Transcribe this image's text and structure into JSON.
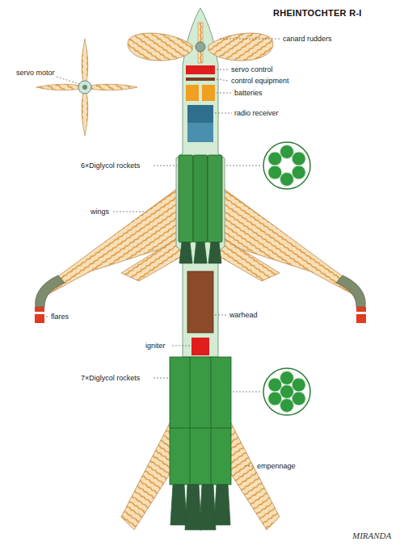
{
  "diagram": {
    "title": "RHEINTOCHTER R-I",
    "labels": [
      "canard rudders",
      "servo motor",
      "servo control",
      "control equipment",
      "batteries",
      "radio receiver",
      "6×Diglycol rockets",
      "wings",
      "flares",
      "warhead",
      "igniter",
      "7×Diglycol rockets",
      "empennage",
      "MIRANDA"
    ]
  }
}
